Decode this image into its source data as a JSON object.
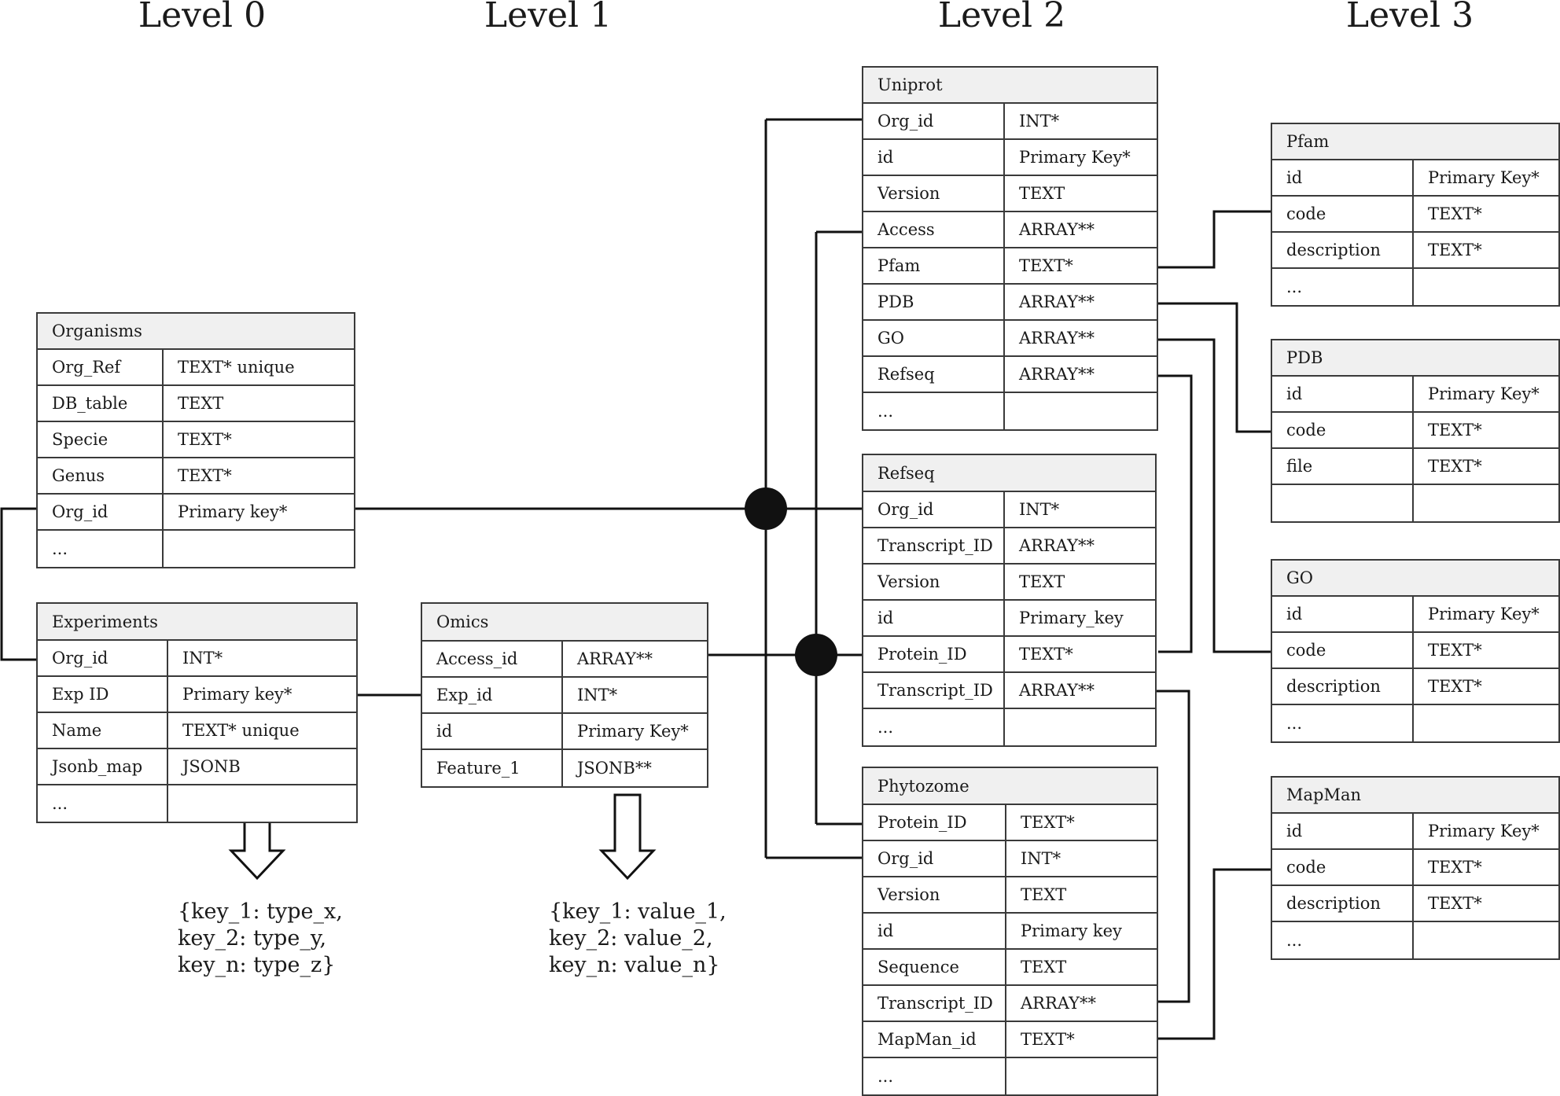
{
  "levels": [
    "Level 0",
    "Level 1",
    "Level 2",
    "Level 3"
  ],
  "tables": {
    "organisms": {
      "title": "Organisms",
      "rows": [
        [
          "Org_Ref",
          "TEXT* unique"
        ],
        [
          "DB_table",
          "TEXT"
        ],
        [
          "Specie",
          "TEXT*"
        ],
        [
          "Genus",
          "TEXT*"
        ],
        [
          "Org_id",
          "Primary key*"
        ],
        [
          "...",
          ""
        ]
      ]
    },
    "experiments": {
      "title": "Experiments",
      "rows": [
        [
          "Org_id",
          "INT*"
        ],
        [
          "Exp ID",
          "Primary key*"
        ],
        [
          "Name",
          "TEXT* unique"
        ],
        [
          "Jsonb_map",
          "JSONB"
        ],
        [
          "...",
          ""
        ]
      ]
    },
    "omics": {
      "title": "Omics",
      "rows": [
        [
          "Access_id",
          "ARRAY**"
        ],
        [
          "Exp_id",
          "INT*"
        ],
        [
          "id",
          "Primary Key*"
        ],
        [
          "Feature_1",
          "JSONB**"
        ]
      ]
    },
    "uniprot": {
      "title": "Uniprot",
      "rows": [
        [
          "Org_id",
          "INT*"
        ],
        [
          "id",
          "Primary Key*"
        ],
        [
          "Version",
          "TEXT"
        ],
        [
          "Access",
          "ARRAY**"
        ],
        [
          "Pfam",
          "TEXT*"
        ],
        [
          "PDB",
          "ARRAY**"
        ],
        [
          "GO",
          "ARRAY**"
        ],
        [
          "Refseq",
          "ARRAY**"
        ],
        [
          "...",
          ""
        ]
      ]
    },
    "refseq": {
      "title": "Refseq",
      "rows": [
        [
          "Org_id",
          "INT*"
        ],
        [
          "Transcript_ID",
          "ARRAY**"
        ],
        [
          "Version",
          "TEXT"
        ],
        [
          "id",
          "Primary_key"
        ],
        [
          "Protein_ID",
          "TEXT*"
        ],
        [
          "Transcript_ID",
          "ARRAY**"
        ],
        [
          "...",
          ""
        ]
      ]
    },
    "phytozome": {
      "title": "Phytozome",
      "rows": [
        [
          "Protein_ID",
          "TEXT*"
        ],
        [
          "Org_id",
          "INT*"
        ],
        [
          "Version",
          "TEXT"
        ],
        [
          "id",
          "Primary key"
        ],
        [
          "Sequence",
          "TEXT"
        ],
        [
          "Transcript_ID",
          "ARRAY**"
        ],
        [
          "MapMan_id",
          "TEXT*"
        ],
        [
          "...",
          ""
        ]
      ]
    },
    "pfam": {
      "title": "Pfam",
      "rows": [
        [
          "id",
          "Primary Key*"
        ],
        [
          "code",
          "TEXT*"
        ],
        [
          "description",
          "TEXT*"
        ],
        [
          "...",
          ""
        ]
      ]
    },
    "pdb": {
      "title": "PDB",
      "rows": [
        [
          "id",
          "Primary Key*"
        ],
        [
          "code",
          "TEXT*"
        ],
        [
          "file",
          "TEXT*"
        ],
        [
          "",
          ""
        ]
      ]
    },
    "go": {
      "title": "GO",
      "rows": [
        [
          "id",
          "Primary Key*"
        ],
        [
          "code",
          "TEXT*"
        ],
        [
          "description",
          "TEXT*"
        ],
        [
          "...",
          ""
        ]
      ]
    },
    "mapman": {
      "title": "MapMan",
      "rows": [
        [
          "id",
          "Primary Key*"
        ],
        [
          "code",
          "TEXT*"
        ],
        [
          "description",
          "TEXT*"
        ],
        [
          "...",
          ""
        ]
      ]
    }
  },
  "json_examples": {
    "experiments": "{key_1: type_x,\nkey_2: type_y,\nkey_n: type_z}",
    "omics": "{key_1: value_1,\nkey_2: value_2,\nkey_n: value_n}"
  }
}
